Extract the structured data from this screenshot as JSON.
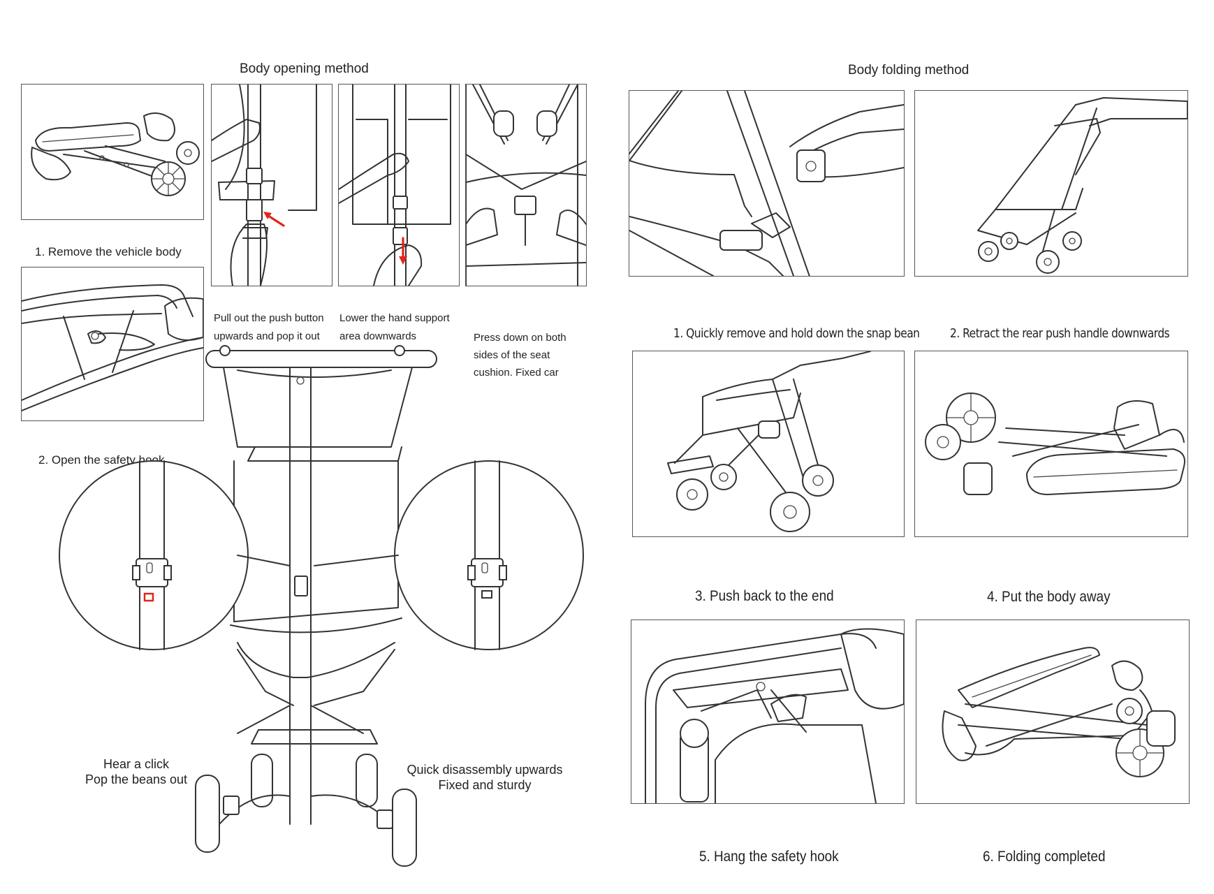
{
  "opening": {
    "title": "Body opening method",
    "step1": "1. Remove the vehicle body",
    "step2": "2. Open the safety hook",
    "pull_line1": "Pull out the push button",
    "pull_line2": "upwards and pop it out",
    "lower_line1": "Lower the hand support",
    "lower_line2": "area downwards",
    "press_line1": "Press down on both",
    "press_line2": "sides of the seat",
    "press_line3": "cushion. Fixed car",
    "click_line1": "Hear a click",
    "click_line2": "Pop the beans out",
    "quick_line1": "Quick disassembly upwards",
    "quick_line2": "Fixed and sturdy"
  },
  "folding": {
    "title": "Body folding method",
    "step1": "1. Quickly remove and hold down the snap bean",
    "step2": "2. Retract the rear push handle downwards",
    "step3": "3. Push back to the end",
    "step4": "4. Put the body away",
    "step5": "5. Hang the safety hook",
    "step6": "6. Folding completed"
  },
  "colors": {
    "line": "#333333",
    "arrow": "#e0261b",
    "background": "#ffffff"
  }
}
